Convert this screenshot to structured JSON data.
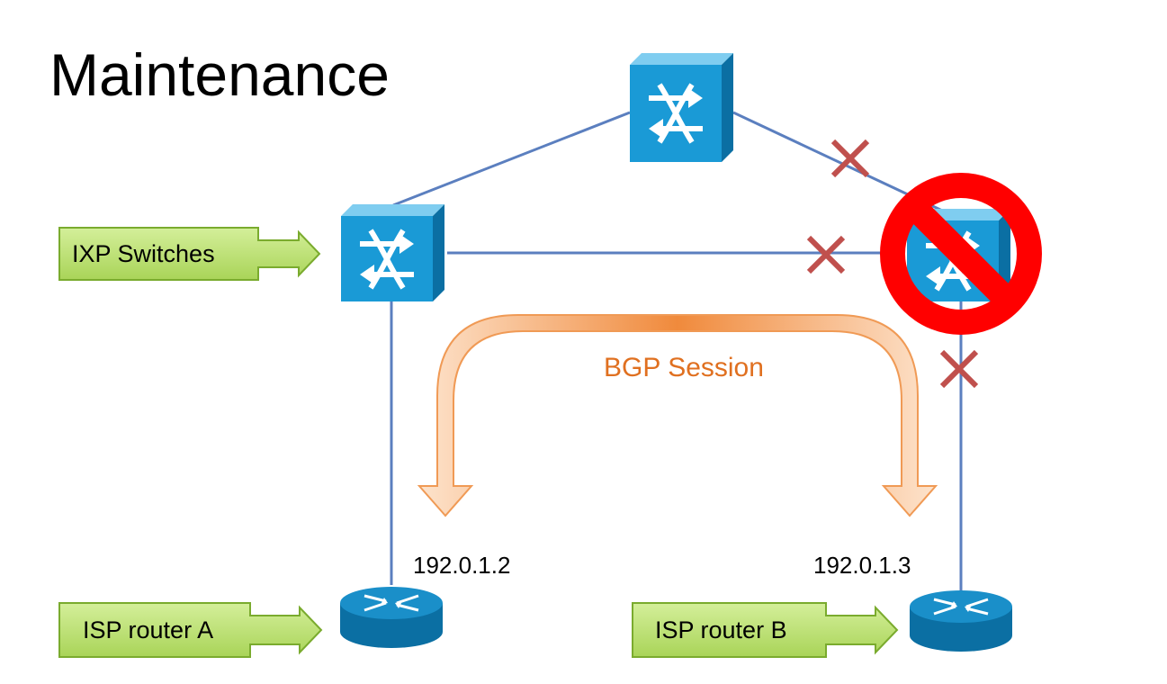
{
  "title": "Maintenance",
  "callouts": {
    "switches": "IXP Switches",
    "router_a": "ISP router A",
    "router_b": "ISP router B"
  },
  "addresses": {
    "router_a": "192.0.1.2",
    "router_b": "192.0.1.3"
  },
  "session_label": "BGP Session",
  "icons": {
    "switch": "switch-icon",
    "router": "router-icon",
    "failed_link": "cross-mark-icon",
    "prohibited": "prohibited-icon"
  },
  "colors": {
    "link": "#5b7fbf",
    "switch_face": "#1a9ad6",
    "switch_dark": "#0b6fa3",
    "router": "#1a8fc9",
    "callout_fill": "#b9de6a",
    "callout_stroke": "#7aab2e",
    "cross": "#c0504d",
    "prohibited": "#ff0000",
    "session_text": "#e07020",
    "session_arrow": "#f7a35c"
  }
}
